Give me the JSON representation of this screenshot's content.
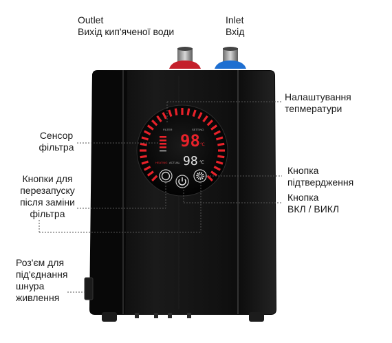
{
  "labels": {
    "outlet": {
      "line1": "Outlet",
      "line2": "Вихід кип'яченої води"
    },
    "inlet": {
      "line1": "Inlet",
      "line2": "Вхід"
    },
    "temp_setting": {
      "line1": "Налаштування",
      "line2": "тепмератури"
    },
    "filter_sensor": {
      "line1": "Сенсор",
      "line2": "фільтра"
    },
    "reset_buttons": {
      "line1": "Кнопки для",
      "line2": "перезапуску",
      "line3": "після заміни",
      "line4": "фільтра"
    },
    "confirm_button": {
      "line1": "Кнопка",
      "line2": "підтвердження"
    },
    "power_button": {
      "line1": "Кнопка",
      "line2": "ВКЛ / ВИКЛ"
    },
    "power_connector": {
      "line1": "Роз'єм для",
      "line2": "під'єднання",
      "line3": "шнура",
      "line4": "живлення"
    }
  },
  "display": {
    "setting_temp": "98",
    "setting_unit": "℃",
    "actual_temp": "98",
    "actual_unit": "℃",
    "filter_caption": "FILTER",
    "setting_caption": "SETTING",
    "heating_caption": "HEATING",
    "actual_caption": "ACTUAL"
  },
  "colors": {
    "body": "#101010",
    "display_red": "#e8222a",
    "outlet_cap": "#c41f2b",
    "inlet_cap": "#1e6fd1",
    "leader_line": "#555555"
  }
}
